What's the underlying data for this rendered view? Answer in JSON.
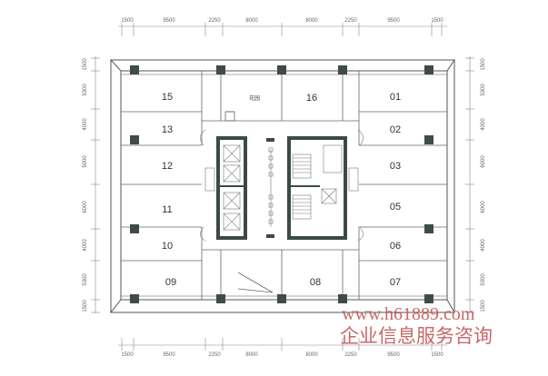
{
  "dimensions": {
    "top": [
      "1500",
      "9500",
      "2250",
      "8000",
      "8000",
      "2250",
      "9500",
      "1500"
    ],
    "bottom": [
      "1500",
      "9500",
      "2250",
      "8000",
      "8000",
      "2250",
      "9500",
      "1500"
    ],
    "left": [
      "1500",
      "5300",
      "4000",
      "5000",
      "6000",
      "4000",
      "5300",
      "1500"
    ],
    "right": [
      "1500",
      "5300",
      "4000",
      "6000",
      "6000",
      "4000",
      "5300",
      "1500"
    ]
  },
  "rooms": {
    "r15": "15",
    "garden": "花园",
    "r16": "16",
    "r01": "01",
    "r13": "13",
    "r02": "02",
    "r12": "12",
    "r03": "03",
    "r11": "11",
    "r05": "05",
    "r10": "10",
    "r06": "06",
    "r09": "09",
    "r08": "08",
    "r07": "07"
  },
  "watermark": {
    "url": "www.h61889.com",
    "text": "企业信息服务咨询"
  }
}
